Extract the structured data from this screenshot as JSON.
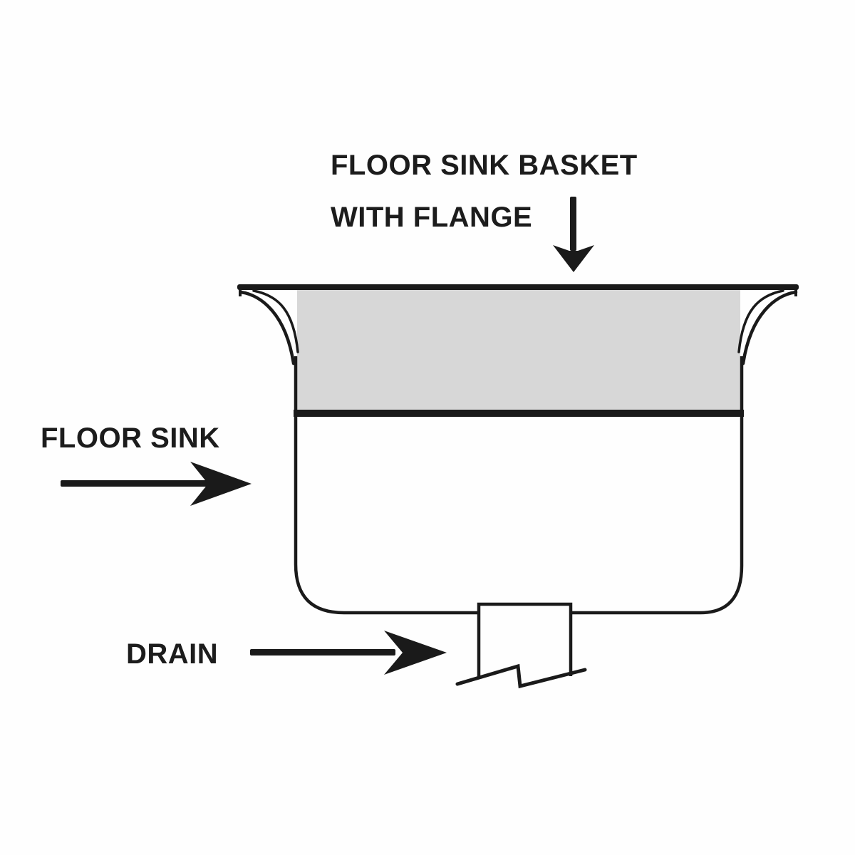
{
  "labels": {
    "basket_line1": "FLOOR SINK BASKET",
    "basket_line2": "WITH FLANGE",
    "floor_sink": "FLOOR SINK",
    "drain": "DRAIN"
  },
  "icons": {
    "basket_arrow": "down-arrow-icon",
    "floor_sink_arrow": "right-arrow-icon",
    "drain_arrow": "right-arrow-icon"
  },
  "colors": {
    "line": "#1a1a1a",
    "basket_fill": "#d7d7d7",
    "text": "#1c1c1c",
    "background": "#fefefe"
  }
}
